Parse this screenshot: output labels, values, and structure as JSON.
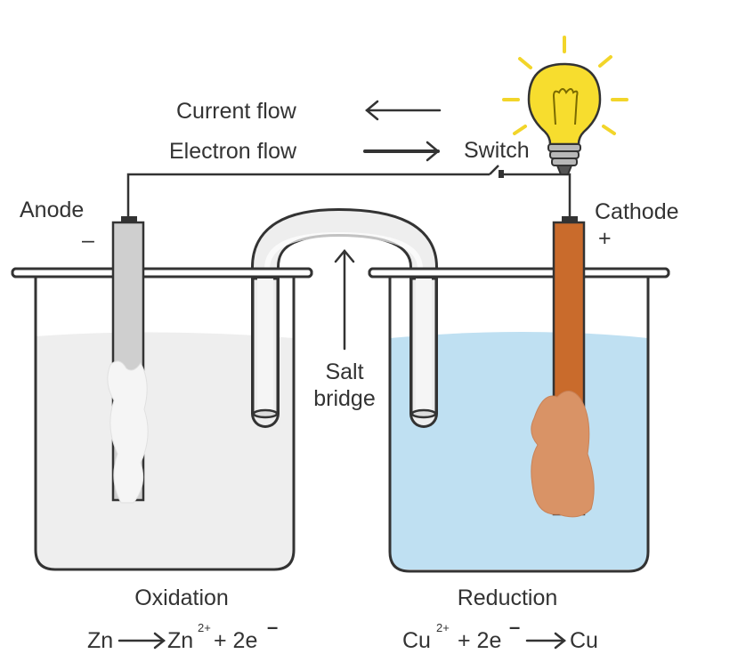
{
  "labels": {
    "current_flow": "Current flow",
    "electron_flow": "Electron flow",
    "switch": "Switch",
    "anode": "Anode",
    "anode_sign": "–",
    "cathode": "Cathode",
    "cathode_sign": "+",
    "salt_bridge_line1": "Salt",
    "salt_bridge_line2": "bridge",
    "oxidation": "Oxidation",
    "reduction": "Reduction"
  },
  "equations": {
    "oxidation": {
      "reactant": "Zn",
      "product": "Zn",
      "product_charge": "2+",
      "plus_electrons": "+ 2e",
      "electron_sign": "–"
    },
    "reduction": {
      "reactant": "Cu",
      "reactant_charge": "2+",
      "plus_electrons": "+ 2e",
      "electron_sign": "–",
      "product": "Cu"
    }
  },
  "colors": {
    "zinc_electrode": "#cfcfcf",
    "copper_electrode": "#c96b2c",
    "copper_deposit": "#d99366",
    "left_solution": "#eeeeee",
    "right_solution": "#bfe0f2",
    "bulb_glass": "#f7dd2e",
    "bulb_rays": "#f2d52a",
    "outline": "#333333"
  },
  "icons": {
    "light_bulb": "light-bulb-icon",
    "current_arrow": "arrow-left-icon",
    "electron_arrow": "arrow-right-icon"
  }
}
